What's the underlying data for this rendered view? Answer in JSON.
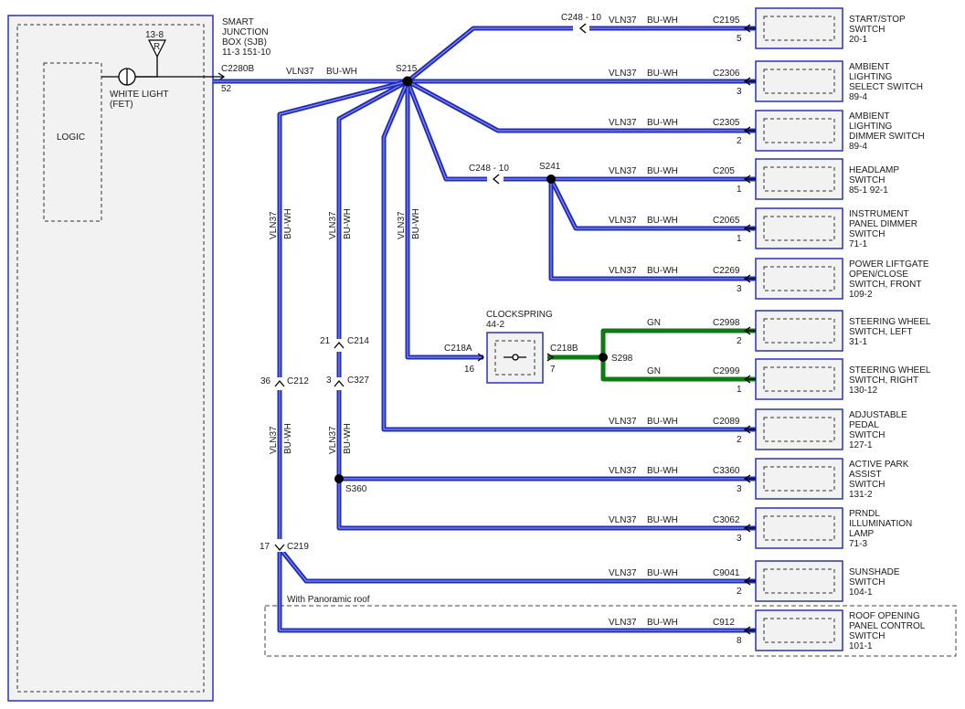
{
  "sjb": {
    "title_line1": "SMART",
    "title_line2": "JUNCTION",
    "title_line3": "BOX (SJB)",
    "title_line4": "11-3  151-10",
    "logic": "LOGIC",
    "output_label1": "WHITE LIGHT",
    "output_label2": "(FET)",
    "ref": "13-8",
    "ref_symbol": "R",
    "connector": "C2280B",
    "pin": "52"
  },
  "main_wire": {
    "circuit": "VLN37",
    "color": "BU-WH"
  },
  "splices": {
    "s215": "S215",
    "s241": "S241",
    "s298": "S298",
    "s360": "S360"
  },
  "inline_connectors": {
    "c248_top": "C248 - 10",
    "c248_mid": "C248 - 10",
    "c214": "C214",
    "c214_pin": "21",
    "c327": "C327",
    "c327_pin": "3",
    "c212": "C212",
    "c212_pin": "36",
    "c219": "C219",
    "c219_pin": "17"
  },
  "clockspring": {
    "title": "CLOCKSPRING",
    "ref": "44-2",
    "left_conn": "C218A",
    "left_pin": "16",
    "right_conn": "C218B",
    "right_pin": "7"
  },
  "vertical_wire_labels": [
    "VLN37",
    "BU-WH"
  ],
  "optional_label": "With Panoramic roof",
  "components": [
    {
      "conn": "C2195",
      "pin": "5",
      "circuit": "VLN37",
      "color": "BU-WH",
      "lines": [
        "START/STOP",
        "SWITCH",
        "20-1"
      ]
    },
    {
      "conn": "C2306",
      "pin": "3",
      "circuit": "VLN37",
      "color": "BU-WH",
      "lines": [
        "AMBIENT",
        "LIGHTING",
        "SELECT SWITCH",
        "89-4"
      ]
    },
    {
      "conn": "C2305",
      "pin": "2",
      "circuit": "VLN37",
      "color": "BU-WH",
      "lines": [
        "AMBIENT",
        "LIGHTING",
        "DIMMER SWITCH",
        "89-4"
      ]
    },
    {
      "conn": "C205",
      "pin": "1",
      "circuit": "VLN37",
      "color": "BU-WH",
      "lines": [
        "HEADLAMP",
        "SWITCH",
        "85-1  92-1"
      ]
    },
    {
      "conn": "C2065",
      "pin": "1",
      "circuit": "VLN37",
      "color": "BU-WH",
      "lines": [
        "INSTRUMENT",
        "PANEL DIMMER",
        "SWITCH",
        "71-1"
      ]
    },
    {
      "conn": "C2269",
      "pin": "3",
      "circuit": "VLN37",
      "color": "BU-WH",
      "lines": [
        "POWER LIFTGATE",
        "OPEN/CLOSE",
        "SWITCH, FRONT",
        "109-2"
      ]
    },
    {
      "conn": "C2998",
      "pin": "2",
      "circuit": "",
      "color": "GN",
      "lines": [
        "STEERING WHEEL",
        "SWITCH, LEFT",
        "31-1"
      ]
    },
    {
      "conn": "C2999",
      "pin": "1",
      "circuit": "",
      "color": "GN",
      "lines": [
        "STEERING WHEEL",
        "SWITCH, RIGHT",
        "130-12"
      ]
    },
    {
      "conn": "C2089",
      "pin": "2",
      "circuit": "VLN37",
      "color": "BU-WH",
      "lines": [
        "ADJUSTABLE",
        "PEDAL",
        "SWITCH",
        "127-1"
      ]
    },
    {
      "conn": "C3360",
      "pin": "3",
      "circuit": "VLN37",
      "color": "BU-WH",
      "lines": [
        "ACTIVE PARK",
        "ASSIST",
        "SWITCH",
        "131-2"
      ]
    },
    {
      "conn": "C3062",
      "pin": "3",
      "circuit": "VLN37",
      "color": "BU-WH",
      "lines": [
        "PRNDL",
        "ILLUMINATION",
        "LAMP",
        "71-3"
      ]
    },
    {
      "conn": "C9041",
      "pin": "2",
      "circuit": "VLN37",
      "color": "BU-WH",
      "lines": [
        "SUNSHADE",
        "SWITCH",
        "104-1"
      ]
    },
    {
      "conn": "C912",
      "pin": "8",
      "circuit": "VLN37",
      "color": "BU-WH",
      "lines": [
        "ROOF OPENING",
        "PANEL CONTROL",
        "SWITCH",
        "101-1"
      ]
    }
  ],
  "colors": {
    "wire_blue": "#1f2bbf",
    "wire_green": "#0d7a12",
    "box_fill": "#f2f2f2"
  }
}
